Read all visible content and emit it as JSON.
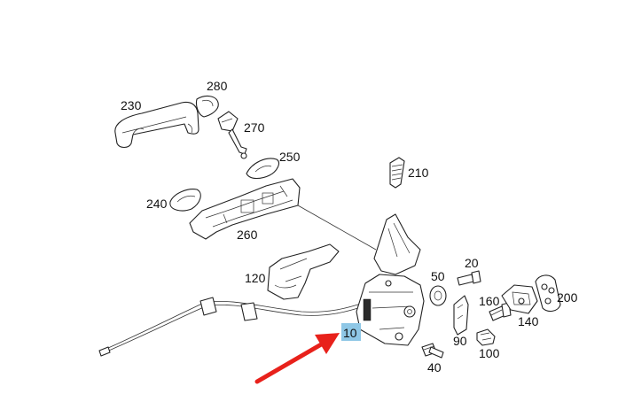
{
  "labels": {
    "p10": "10",
    "p20": "20",
    "p40": "40",
    "p50": "50",
    "p90": "90",
    "p100": "100",
    "p120": "120",
    "p140": "140",
    "p160": "160",
    "p200": "200",
    "p210": "210",
    "p230": "230",
    "p240": "240",
    "p250": "250",
    "p260": "260",
    "p270": "270",
    "p280": "280"
  },
  "colors": {
    "highlight": "#8ec7e6",
    "arrow": "#e8211b",
    "line": "#222222"
  }
}
